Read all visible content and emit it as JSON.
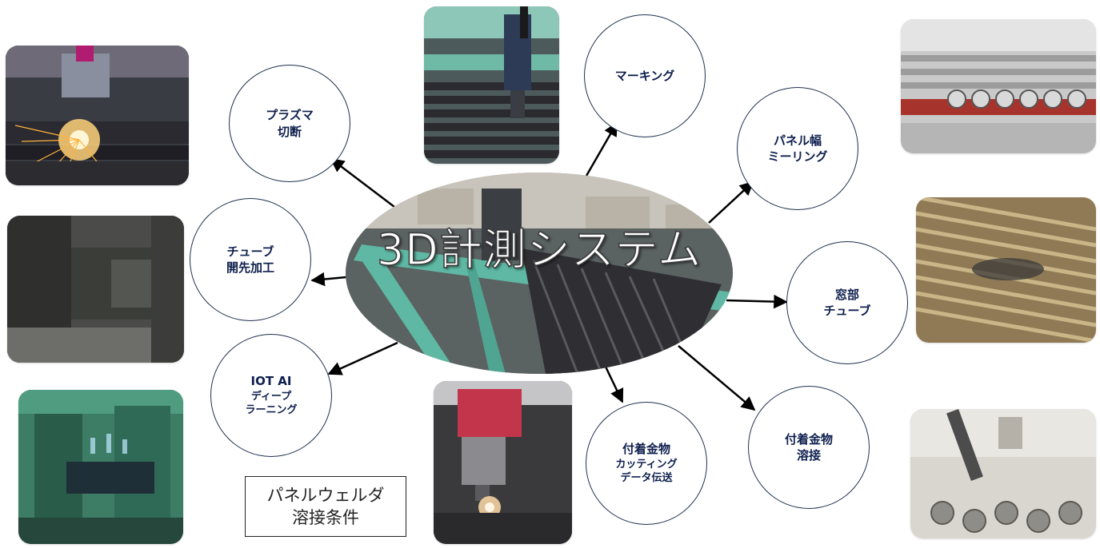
{
  "center": {
    "title": "3D計測システム"
  },
  "nodes": {
    "plasma": {
      "line1": "プラズマ",
      "line2": "切断"
    },
    "marking": {
      "line1": "マーキング"
    },
    "panel_milling": {
      "line1": "パネル幅",
      "line2": "ミーリング"
    },
    "tube_bevel": {
      "line1": "チューブ",
      "line2": "開先加工"
    },
    "window_tube": {
      "line1": "窓部",
      "line2": "チューブ"
    },
    "iot": {
      "line1": "IOT AI",
      "line2": "ディープ",
      "line3": "ラーニング"
    },
    "cutting_data": {
      "line1": "付着金物",
      "line2": "カッティング",
      "line3": "データ伝送"
    },
    "welding": {
      "line1": "付着金物",
      "line2": "溶接"
    }
  },
  "panel_welder": {
    "line1": "パネルウェルダ",
    "line2": "溶接条件"
  },
  "colors": {
    "node_text": "#0e1f4d",
    "node_border": "#1f2f4f",
    "arrow": "#000000",
    "machine_frame": "#5fb8a4",
    "tube": "#2f2f33"
  }
}
